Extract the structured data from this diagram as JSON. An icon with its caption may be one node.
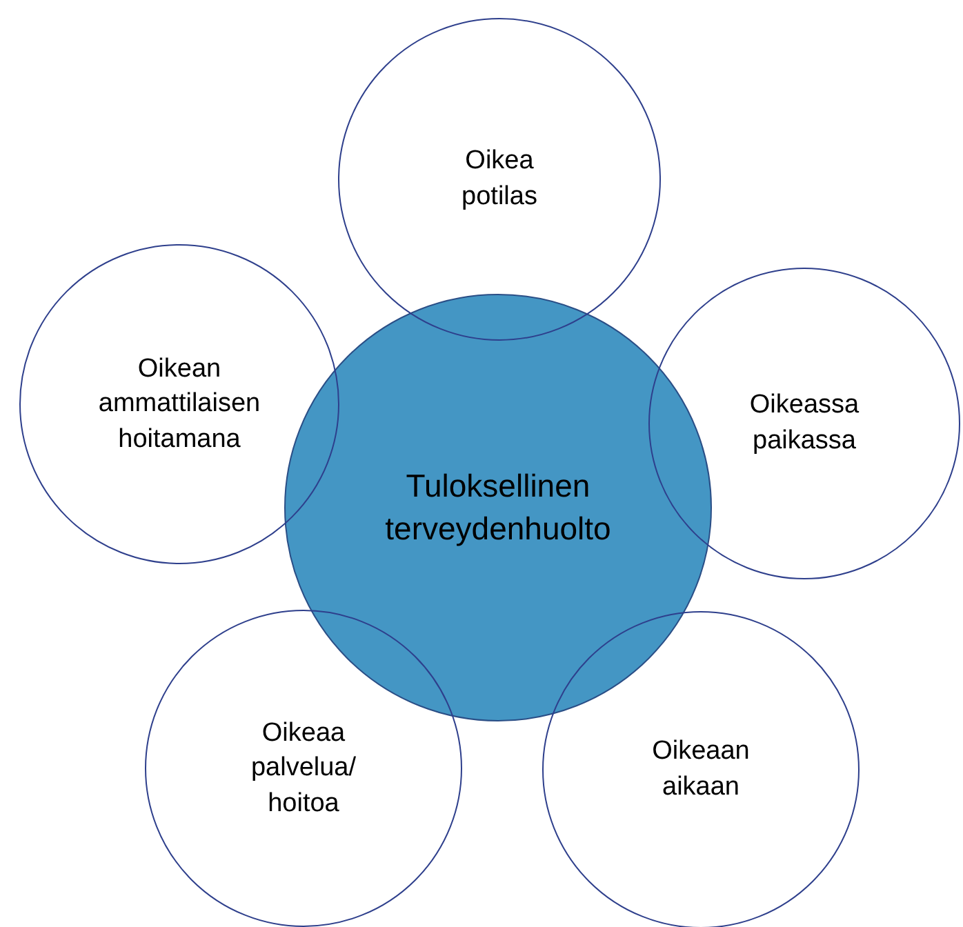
{
  "diagram": {
    "nodes": [
      {
        "text": [
          "Oikea potilas"
        ]
      },
      {
        "text": [
          "Oikean ammattilaisen hoitamana"
        ]
      },
      {
        "text": [
          "Oikeassa paikassa"
        ]
      },
      {
        "text": [
          "Tuloksellinen terveydenhuolto"
        ]
      },
      {
        "text": [
          "Oikeaa palvelua/ hoitoa"
        ]
      },
      {
        "text": [
          "Oikeaan aikaan"
        ]
      }
    ]
  }
}
